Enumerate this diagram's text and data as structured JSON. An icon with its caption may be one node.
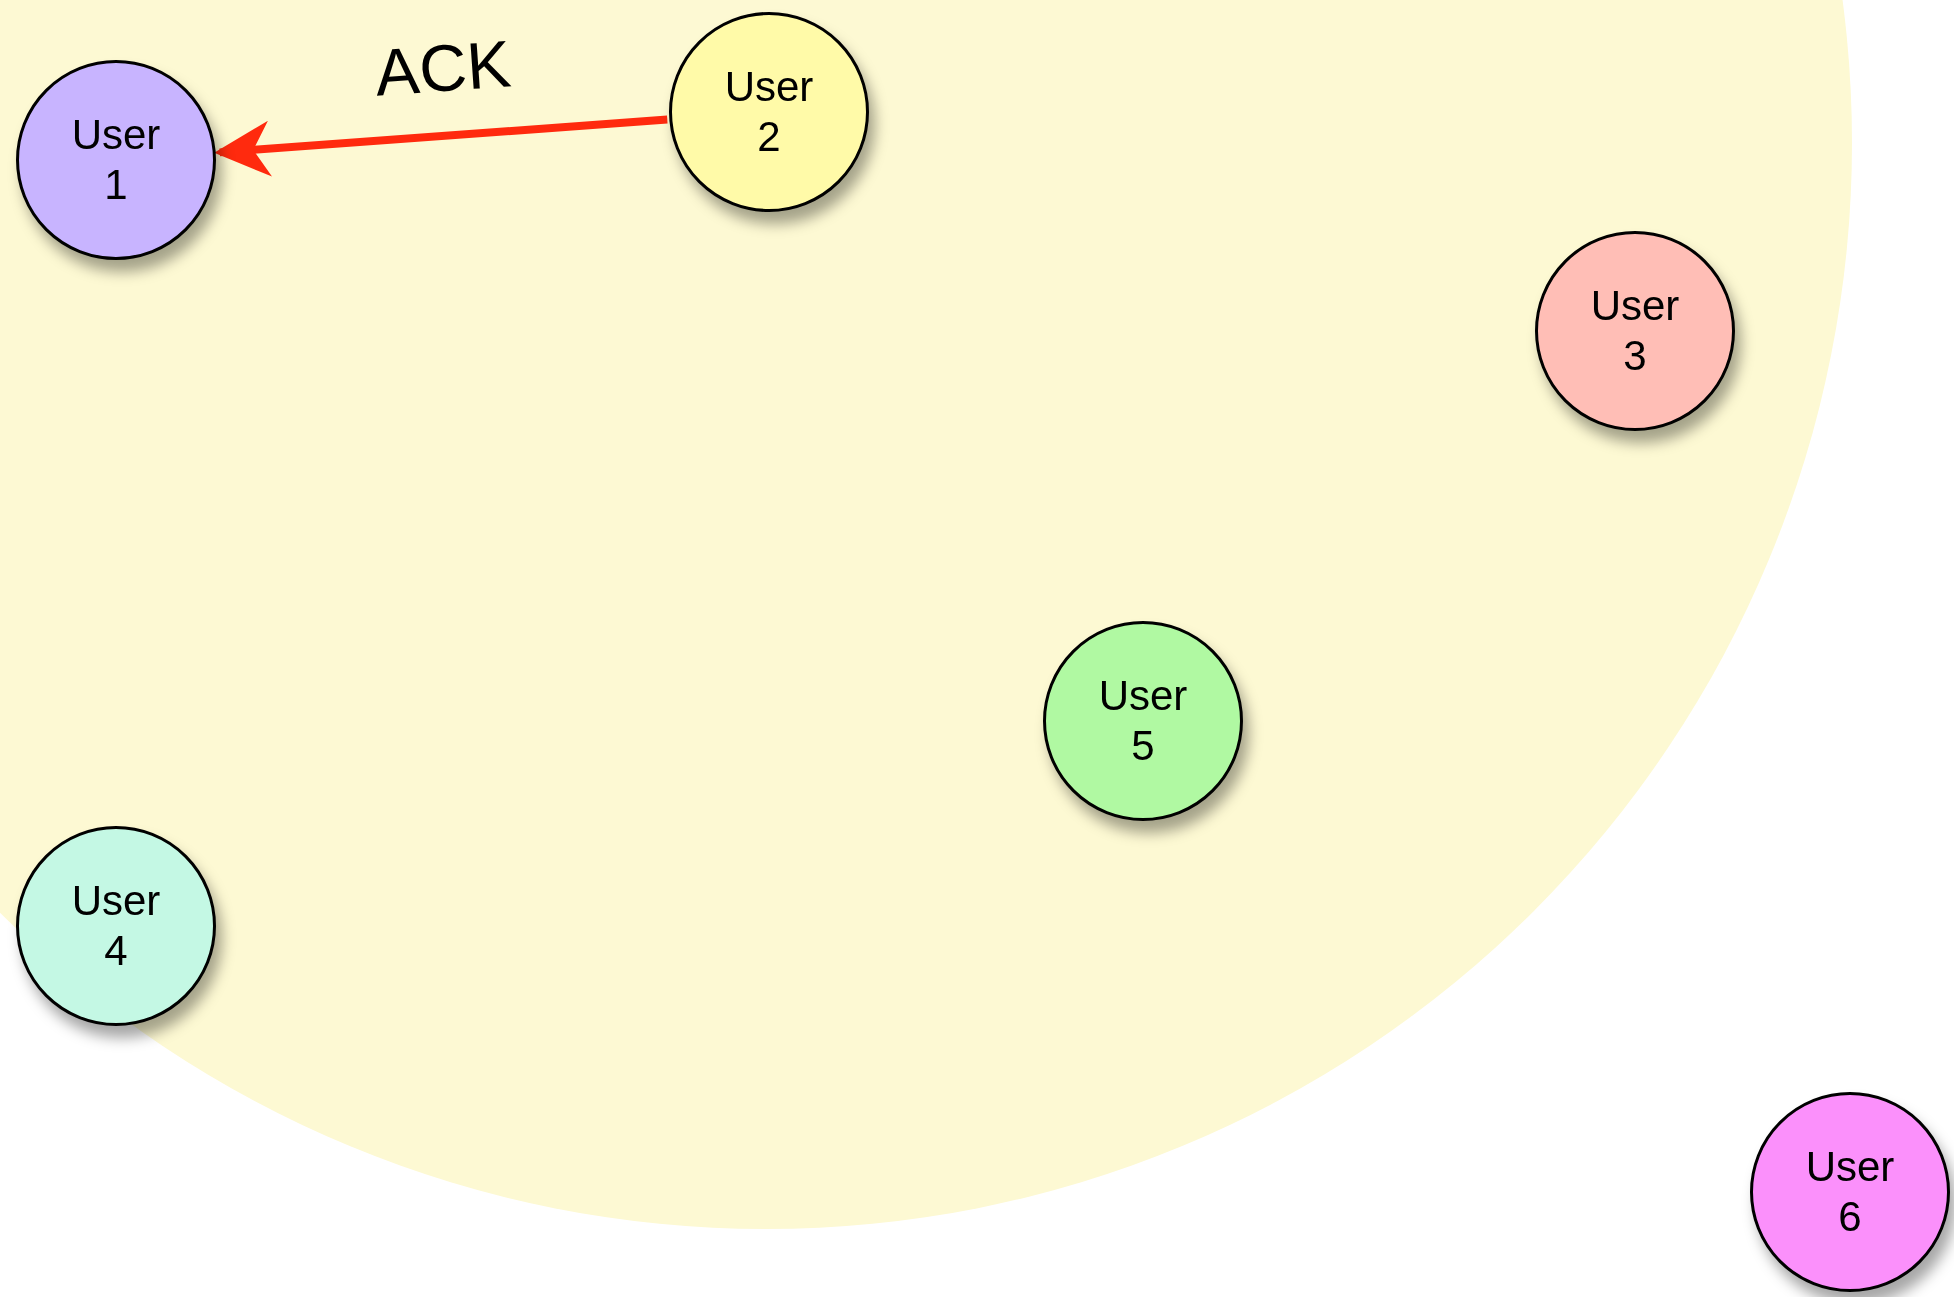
{
  "diagram": {
    "nodes": [
      {
        "text": [
          "User 1"
        ]
      },
      {
        "text": [
          "User 2"
        ]
      },
      {
        "text": [
          "User 3"
        ]
      },
      {
        "text": [
          "User 5"
        ]
      },
      {
        "text": [
          "User 4"
        ]
      },
      {
        "text": [
          "User 6"
        ]
      }
    ],
    "edges": [
      {
        "from": 1,
        "to": 0,
        "arrow": "to",
        "label": "ACK",
        "color": "#ff2a0e"
      }
    ]
  }
}
